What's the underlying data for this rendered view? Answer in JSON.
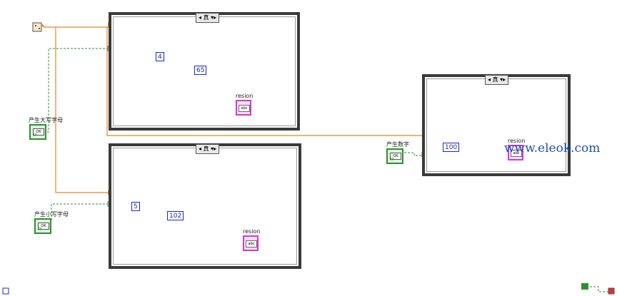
{
  "case_structures": [
    {
      "selector_label": "真"
    },
    {
      "selector_label": "真"
    },
    {
      "selector_label": "真"
    }
  ],
  "constants": {
    "upper_offset": "4",
    "upper_base": "65",
    "lower_offset": "5",
    "lower_base": "102",
    "digit_range": "100"
  },
  "indicators": {
    "upper_resion": "resion",
    "lower_resion": "resion",
    "digit_resion": "resion"
  },
  "controls": {
    "upper_label": "产生大写字母",
    "lower_label": "产生小写字母",
    "digit_label": "产生数字",
    "button_text": "OK",
    "tf_text": "TF"
  },
  "watermark": "www.eleok.com",
  "colors": {
    "wire_numeric": "#e8832a",
    "wire_boolean": "#2f8f2f",
    "wire_string": "#d13ad1",
    "wire_int": "#1a2bb8",
    "frame": "#3a3a3a"
  }
}
